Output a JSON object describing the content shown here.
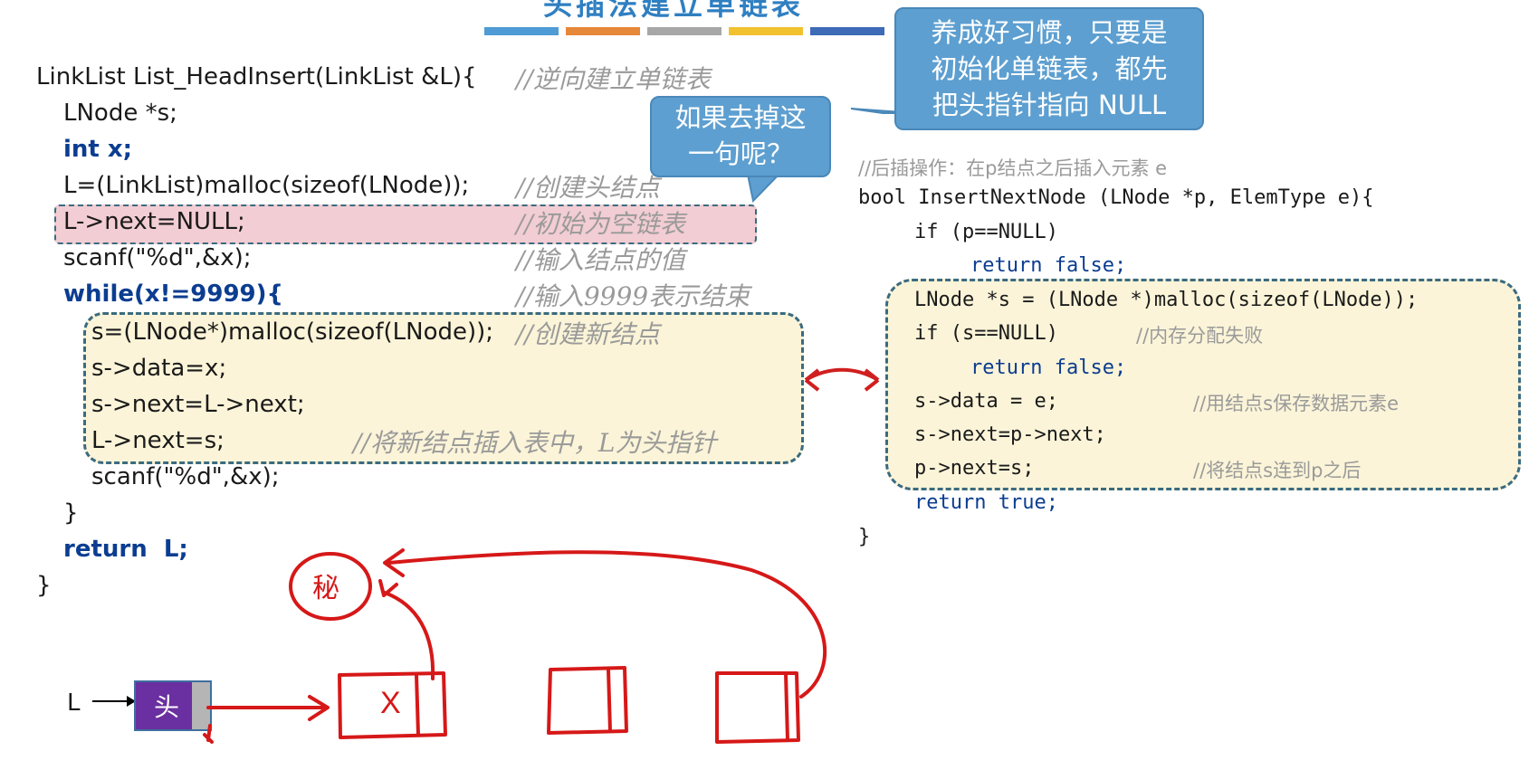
{
  "title_partial": "头插法建立单链表",
  "title_bar_colors": [
    "#4e9bd5",
    "#e6873a",
    "#a7a7a7",
    "#f2c12e",
    "#3d6bb7"
  ],
  "left_code": {
    "lines": [
      {
        "text": "LinkList List_HeadInsert(LinkList &L){"
      },
      {
        "text": "LNode *s;"
      },
      {
        "text": "int x;"
      },
      {
        "text": "L=(LinkList)malloc(sizeof(LNode));"
      },
      {
        "text": "L->next=NULL;"
      },
      {
        "text": "scanf(\"%d\",&x);"
      },
      {
        "text": "while(x!=9999){"
      },
      {
        "text": "s=(LNode*)malloc(sizeof(LNode));"
      },
      {
        "text": "s->data=x;"
      },
      {
        "text": "s->next=L->next;"
      },
      {
        "text": "L->next=s;"
      },
      {
        "text": "scanf(\"%d\",&x);"
      },
      {
        "text": "}"
      },
      {
        "text": "return  L;"
      },
      {
        "text": "}"
      }
    ],
    "comments": {
      "c0": "//逆向建立单链表",
      "c3": "//创建头结点",
      "c4": "//初始为空链表",
      "c5": "//输入结点的值",
      "c6": "//输入9999表示结束",
      "c7": "//创建新结点",
      "c10": "//将新结点插入表中，L为头指针"
    }
  },
  "right_code": {
    "header_comment": "//后插操作：在p结点之后插入元素 e",
    "lines": [
      {
        "text": "bool InsertNextNode (LNode *p, ElemType e){"
      },
      {
        "text": "if (p==NULL)"
      },
      {
        "text": "return false;"
      },
      {
        "text": "LNode *s = (LNode *)malloc(sizeof(LNode));"
      },
      {
        "text": "if (s==NULL)"
      },
      {
        "text": "return false;"
      },
      {
        "text": "s->data = e;"
      },
      {
        "text": "s->next=p->next;"
      },
      {
        "text": "p->next=s;"
      },
      {
        "text": "return true;"
      },
      {
        "text": "}"
      }
    ],
    "comments": {
      "c4": "//内存分配失败",
      "c6": "//用结点s保存数据元素e",
      "c8": "//将结点s连到p之后"
    }
  },
  "bubbles": {
    "b1": "养成好习惯，只要是\n初始化单链表，都先\n把头指针指向 NULL",
    "b2": "如果去掉这\n一句呢？"
  },
  "diagram": {
    "pointer_label": "L",
    "head_label": "头",
    "node1_label": "X",
    "circle_label": "秘"
  }
}
